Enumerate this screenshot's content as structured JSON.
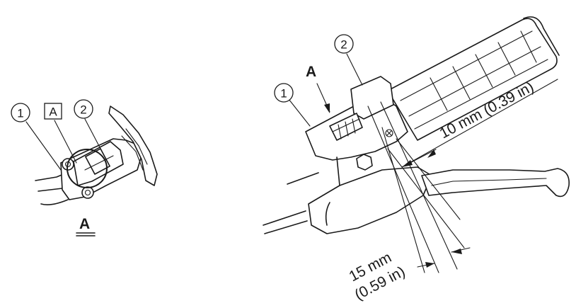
{
  "left_view": {
    "callout_1": "1",
    "callout_2": "2",
    "boxed_label": "A",
    "view_label": "A"
  },
  "right_view": {
    "callout_1": "1",
    "callout_2": "2",
    "arrow_label": "A",
    "dimension_upper": "10 mm (0.39 in)",
    "dimension_lower_line1": "15 mm",
    "dimension_lower_line2": "(0.59 in)"
  }
}
